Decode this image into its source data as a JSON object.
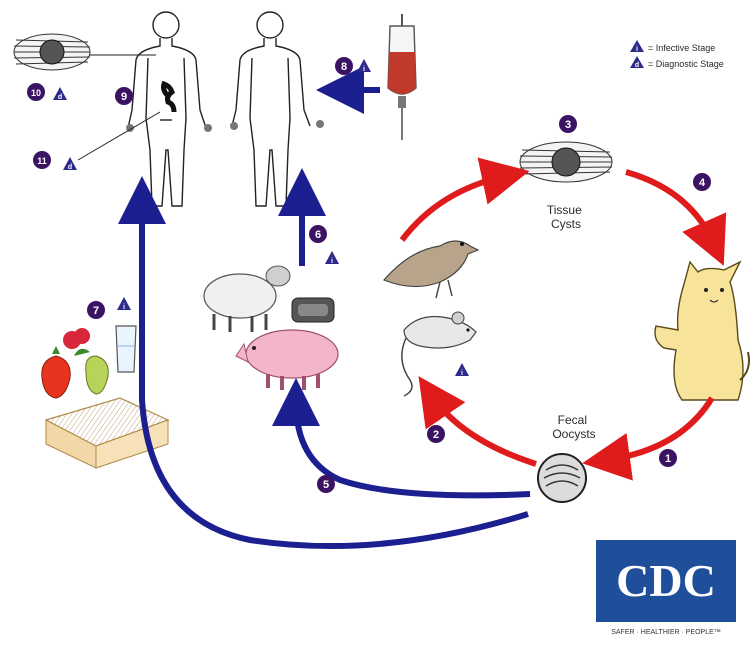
{
  "legend": {
    "infective_label": "= Infective Stage",
    "diagnostic_label": "= Diagnostic Stage"
  },
  "labels": {
    "tissue_cysts": [
      "Tissue",
      "Cysts"
    ],
    "fecal_oocysts": [
      "Fecal",
      "Oocysts"
    ]
  },
  "steps": {
    "s1": "1",
    "s2": "2",
    "s3": "3",
    "s4": "4",
    "s5": "5",
    "s6": "6",
    "s7": "7",
    "s8": "8",
    "s9": "9",
    "s10": "10",
    "s11": "11"
  },
  "logo": {
    "text": "CDC",
    "tagline": "SAFER · HEALTHIER · PEOPLE™"
  },
  "colors": {
    "transmission_to_human": "#1b1f8f",
    "cat_cycle": "#e01b1b",
    "step_circle": "#3a1363",
    "diagnostic_triangle": "#2e2a8c",
    "cdc_blue": "#1f4e9a"
  },
  "icons": {
    "infective": "triangle-with-i-icon",
    "diagnostic": "triangle-with-d-icon"
  }
}
